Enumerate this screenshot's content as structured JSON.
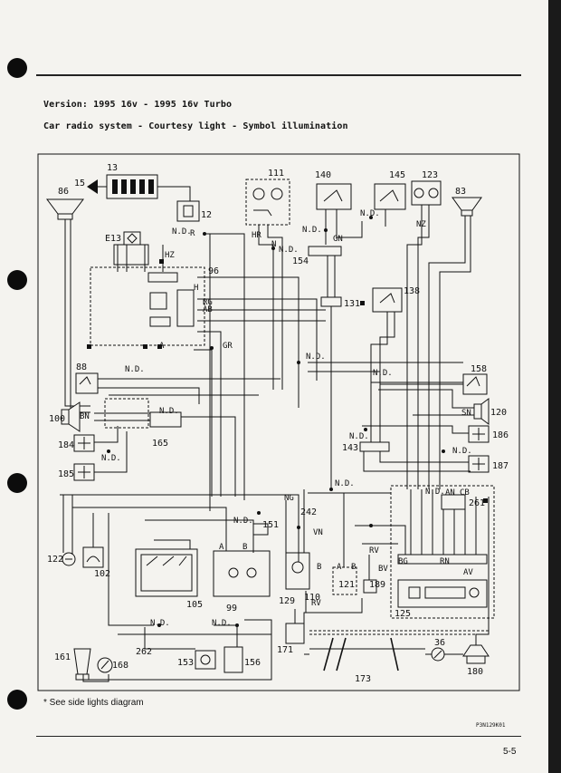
{
  "header": {
    "version": "Version: 1995 16v - 1995 16v Turbo",
    "subtitle": "Car radio system - Courtesy light - Symbol illumination"
  },
  "components": [
    "13",
    "15",
    "86",
    "12",
    "E13",
    "96",
    "111",
    "140",
    "145",
    "123",
    "83",
    "154",
    "131",
    "138",
    "88",
    "158",
    "100",
    "120",
    "184",
    "165",
    "186",
    "185",
    "187",
    "143",
    "261",
    "122",
    "102",
    "151",
    "242",
    "105",
    "99",
    "129",
    "110",
    "121",
    "189",
    "125",
    "161",
    "168",
    "262",
    "153",
    "156",
    "171",
    "36",
    "180",
    "173"
  ],
  "wire_labels": [
    "N.D.",
    "N.D.",
    "N.D.",
    "N.D.",
    "N.D.",
    "N.D.",
    "N.D.",
    "N.D.",
    "N.D.",
    "N.D.",
    "N.D.",
    "N.D.",
    "N.D.",
    "N.D.",
    "N.D.",
    "N.D."
  ],
  "colour_codes": [
    "R",
    "N",
    "GN",
    "HR",
    "HZ",
    "BN",
    "NZ",
    "SN",
    "AB",
    "RG",
    "BG",
    "GR",
    "RN",
    "RV",
    "AN",
    "CB",
    "BV",
    "VN",
    "AV",
    "NG",
    "RV"
  ],
  "connector_letters": [
    "H",
    "A",
    "B",
    "A",
    "B",
    "A",
    "B"
  ],
  "footnote": "* See side lights diagram",
  "figure_code": "P3N129K01",
  "page_number": "5-5"
}
